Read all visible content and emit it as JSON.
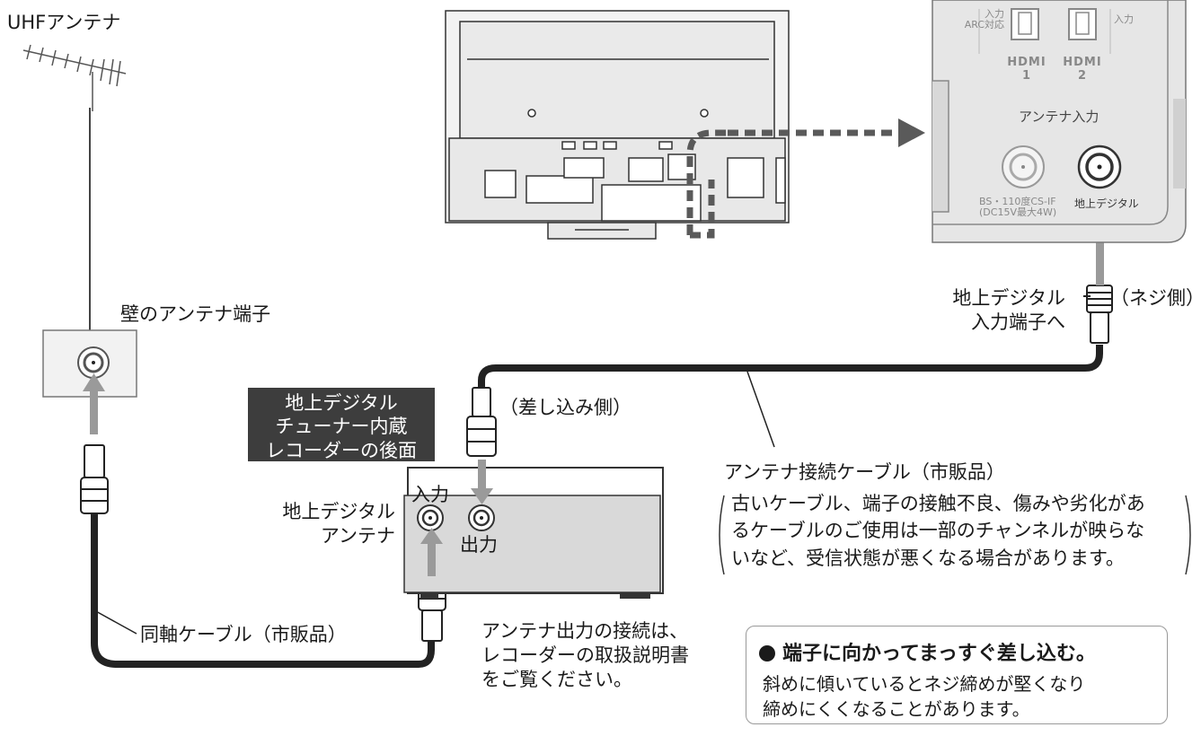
{
  "labels": {
    "uhf_antenna": "UHFアンテナ",
    "wall_terminal": "壁のアンテナ端子",
    "coax_cable": "同軸ケーブル（市販品）",
    "recorder_rear": [
      "地上デジタル",
      "チューナー内蔵",
      "レコーダーの後面"
    ],
    "recorder_input": "入力",
    "recorder_output": "出力",
    "recorder_antenna": [
      "地上デジタル",
      "アンテナ"
    ],
    "insert_side": "（差し込み側）",
    "screw_side": "（ネジ側）",
    "digital_input_to": [
      "地上デジタル",
      "入力端子へ"
    ],
    "antenna_cable": "アンテナ接続ケーブル（市販品）",
    "cable_warning": [
      "古いケーブル、端子の接触不良、傷みや劣化があ",
      "るケーブルのご使用は一部のチャンネルが映らな",
      "いなど、受信状態が悪くなる場合があります。"
    ],
    "antenna_output_note": [
      "アンテナ出力の接続は、",
      "レコーダーの取扱説明書",
      "をご覧ください。"
    ]
  },
  "tv_panel": {
    "hdmi_input_arc": [
      "入力",
      "ARC対応"
    ],
    "hdmi_input": "入力",
    "hdmi1": "HDMI\n1",
    "hdmi2": "HDMI\n2",
    "antenna_input": "アンテナ入力",
    "bs_cs": [
      "BS・110度CS-IF",
      "(DC15V最大4W)"
    ],
    "terrestrial": "地上デジタル"
  },
  "note": {
    "title": "端子に向かってまっすぐ差し込む。",
    "body": [
      "斜めに傾いているとネジ締めが堅くなり",
      "締めにくくなることがあります。"
    ]
  }
}
